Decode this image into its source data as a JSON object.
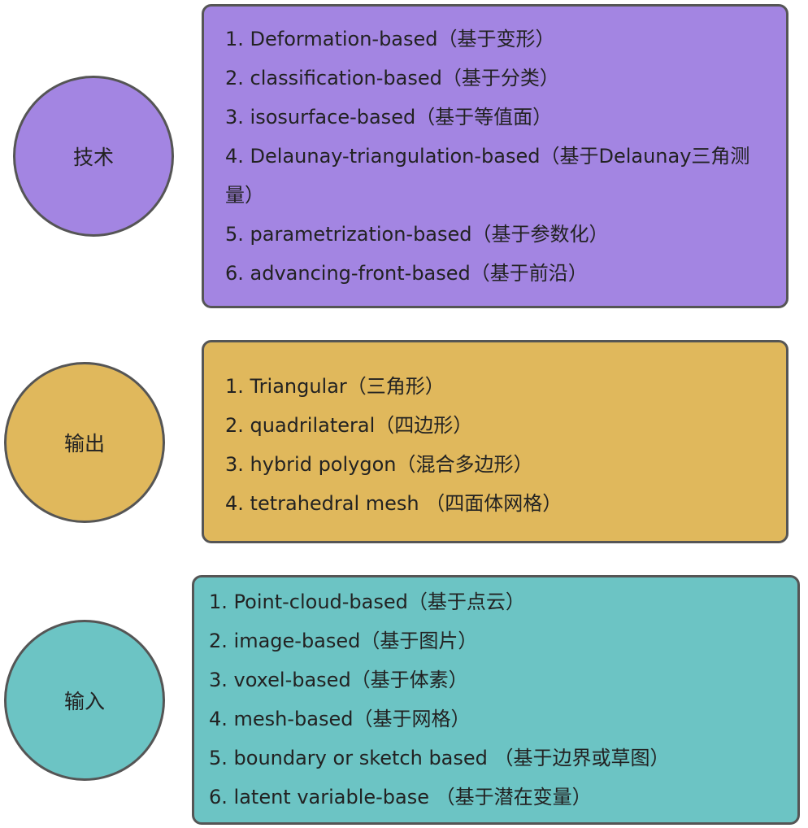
{
  "technique": {
    "label": "技术",
    "items": [
      "1. Deformation-based（基于变形）",
      "2. classification-based（基于分类）",
      "3. isosurface-based（基于等值面）",
      "4. Delaunay-triangulation-based（基于Delaunay三角测量）",
      "5. parametrization-based（基于参数化）",
      "6. advancing-front-based（基于前沿）"
    ]
  },
  "output": {
    "label": "输出",
    "items": [
      "1. Triangular（三角形）",
      "2. quadrilateral（四边形）",
      "3. hybrid polygon（混合多边形）",
      "4. tetrahedral mesh （四面体网格）"
    ]
  },
  "input": {
    "label": "输入",
    "items": [
      "1. Point-cloud-based（基于点云）",
      "2. image-based（基于图片）",
      "3. voxel-based（基于体素）",
      "4. mesh-based（基于网格）",
      "5. boundary or sketch based （基于边界或草图）",
      "6. latent variable-base （基于潜在变量）"
    ]
  },
  "colors": {
    "technique": "#a385e2",
    "output": "#e0b85c",
    "input": "#6cc4c4",
    "border": "#555555"
  }
}
